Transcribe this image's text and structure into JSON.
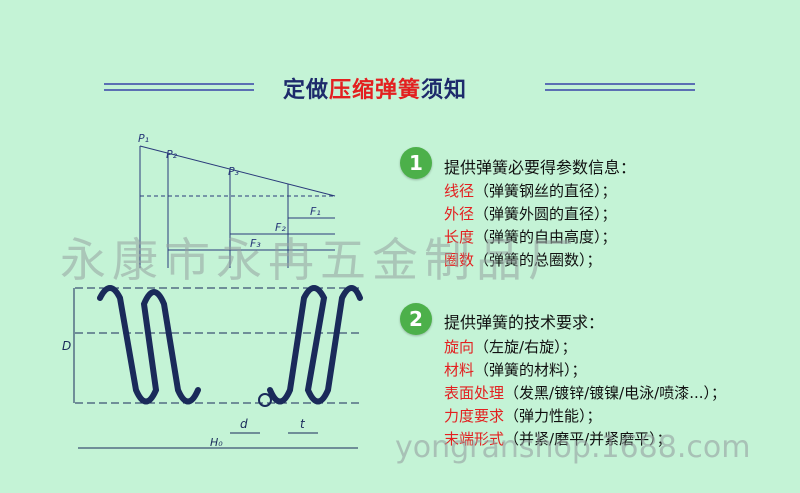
{
  "title": {
    "prefix": "定做",
    "highlight": "压缩弹簧",
    "suffix": "须知"
  },
  "diagram_labels": {
    "p1": "P₁",
    "p2": "P₂",
    "p3": "P₃",
    "f1": "F₁",
    "f2": "F₂",
    "f3": "F₃",
    "d_outer": "D",
    "d_wire": "d",
    "t": "t",
    "h0": "H₀"
  },
  "section1": {
    "number": "1",
    "heading": "提供弹簧必要得参数信息：",
    "items": [
      {
        "key": "线径",
        "rest": "（弹簧钢丝的直径）；"
      },
      {
        "key": "外径",
        "rest": "（弹簧外圆的直径）；"
      },
      {
        "key": "长度",
        "rest": "（弹簧的自由高度）；"
      },
      {
        "key": "圈数",
        "rest": "（弹簧的总圈数）；"
      }
    ]
  },
  "section2": {
    "number": "2",
    "heading": "提供弹簧的技术要求：",
    "items": [
      {
        "key": "旋向",
        "rest": "（左旋/右旋）；"
      },
      {
        "key": "材料",
        "rest": "（弹簧的材料）；"
      },
      {
        "key": "表面处理",
        "rest": "（发黑/镀锌/镀镍/电泳/喷漆...）；"
      },
      {
        "key": "力度要求",
        "rest": "（弹力性能）；"
      },
      {
        "key": "末端形式",
        "rest": "（并紧/磨平/并紧磨平）；"
      }
    ]
  },
  "watermark": {
    "cn": "永康市永冉五金制品厂",
    "en": "yongranshop.1688.com"
  }
}
